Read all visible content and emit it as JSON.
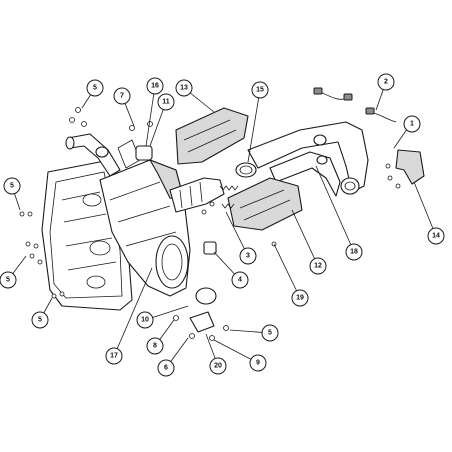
{
  "callouts": [
    {
      "id": "c1",
      "label": "1"
    },
    {
      "id": "c2",
      "label": "2"
    },
    {
      "id": "c3",
      "label": "3"
    },
    {
      "id": "c4",
      "label": "4"
    },
    {
      "id": "c5a",
      "label": "5"
    },
    {
      "id": "c5b",
      "label": "5"
    },
    {
      "id": "c5c",
      "label": "5"
    },
    {
      "id": "c5d",
      "label": "5"
    },
    {
      "id": "c5e",
      "label": "5"
    },
    {
      "id": "c6",
      "label": "6"
    },
    {
      "id": "c7",
      "label": "7"
    },
    {
      "id": "c8",
      "label": "8"
    },
    {
      "id": "c9",
      "label": "9"
    },
    {
      "id": "c10",
      "label": "10"
    },
    {
      "id": "c11",
      "label": "11"
    },
    {
      "id": "c12",
      "label": "12"
    },
    {
      "id": "c13",
      "label": "13"
    },
    {
      "id": "c14",
      "label": "14"
    },
    {
      "id": "c15",
      "label": "15"
    },
    {
      "id": "c16",
      "label": "16"
    },
    {
      "id": "c17",
      "label": "17"
    },
    {
      "id": "c18",
      "label": "18"
    },
    {
      "id": "c19",
      "label": "19"
    },
    {
      "id": "c20",
      "label": "20"
    }
  ]
}
